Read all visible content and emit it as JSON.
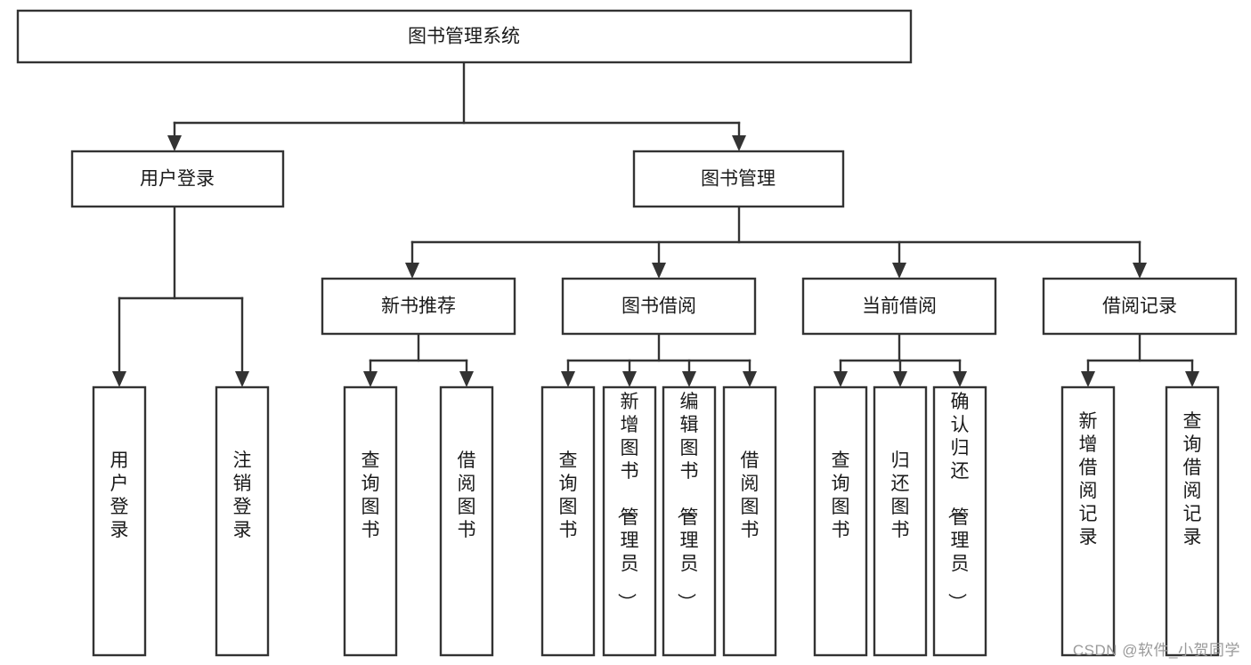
{
  "diagram": {
    "title": "图书管理系统",
    "type": "tree-hierarchy",
    "watermark": "CSDN @软件_小贺同学",
    "root": {
      "id": "root",
      "label": "图书管理系统"
    },
    "level2": [
      {
        "id": "user-login",
        "label": "用户登录"
      },
      {
        "id": "book-manage",
        "label": "图书管理"
      }
    ],
    "level3": [
      {
        "id": "new-book-rec",
        "label": "新书推荐",
        "parent": "book-manage"
      },
      {
        "id": "book-borrow",
        "label": "图书借阅",
        "parent": "book-manage"
      },
      {
        "id": "current-borrow",
        "label": "当前借阅",
        "parent": "book-manage"
      },
      {
        "id": "borrow-record",
        "label": "借阅记录",
        "parent": "book-manage"
      }
    ],
    "leaves": [
      {
        "id": "leaf-user-login",
        "label": "用户登录",
        "parent": "user-login"
      },
      {
        "id": "leaf-logout",
        "label": "注销登录",
        "parent": "user-login"
      },
      {
        "id": "leaf-query-book-1",
        "label": "查询图书",
        "parent": "new-book-rec"
      },
      {
        "id": "leaf-borrow-book-1",
        "label": "借阅图书",
        "parent": "new-book-rec"
      },
      {
        "id": "leaf-query-book-2",
        "label": "查询图书",
        "parent": "book-borrow"
      },
      {
        "id": "leaf-add-book",
        "label": "新增图书（管理员）",
        "parent": "book-borrow"
      },
      {
        "id": "leaf-edit-book",
        "label": "编辑图书（管理员）",
        "parent": "book-borrow"
      },
      {
        "id": "leaf-borrow-book-2",
        "label": "借阅图书",
        "parent": "book-borrow"
      },
      {
        "id": "leaf-query-book-3",
        "label": "查询图书",
        "parent": "current-borrow"
      },
      {
        "id": "leaf-return-book",
        "label": "归还图书",
        "parent": "current-borrow"
      },
      {
        "id": "leaf-confirm-return",
        "label": "确认归还（管理员）",
        "parent": "current-borrow"
      },
      {
        "id": "leaf-add-record",
        "label": "新增借阅记录",
        "parent": "borrow-record"
      },
      {
        "id": "leaf-query-record",
        "label": "查询借阅记录",
        "parent": "borrow-record"
      }
    ],
    "colors": {
      "stroke": "#333333",
      "fill": "#ffffff",
      "text": "#1a1a1a",
      "watermark": "#9a9a9a"
    }
  }
}
